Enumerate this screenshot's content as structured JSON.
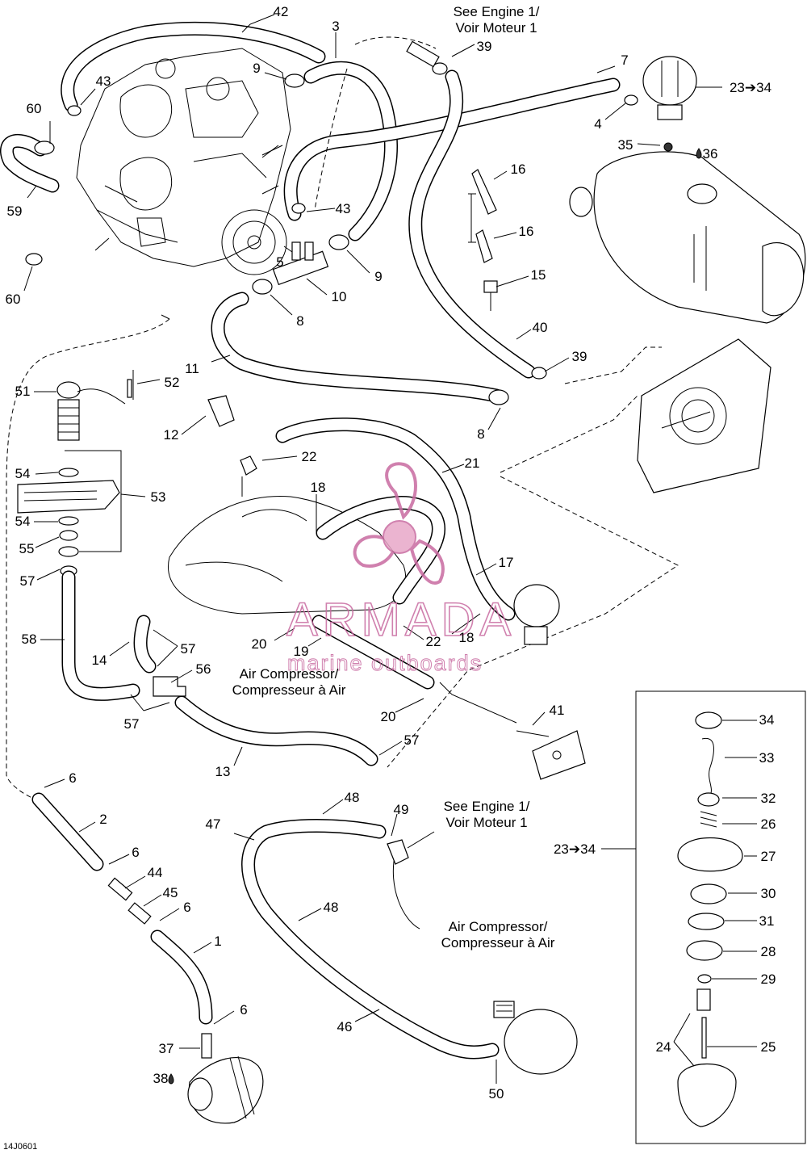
{
  "diagram_code": "14J0601",
  "notes": {
    "see_engine_top": [
      "See Engine 1/",
      "Voir Moteur 1"
    ],
    "see_engine_bottom": [
      "See Engine 1/",
      "Voir Moteur 1"
    ],
    "air_compressor_mid": [
      "Air Compressor/",
      "Compresseur à Air"
    ],
    "air_compressor_bottom": [
      "Air Compressor/",
      "Compresseur à Air"
    ]
  },
  "callouts": {
    "c42": "42",
    "c3": "3",
    "c39a": "39",
    "c7": "7",
    "c43a": "43",
    "c9a": "9",
    "c23a": "23➔34",
    "c60a": "60",
    "c4": "4",
    "c35": "35",
    "c36": "36",
    "c16a": "16",
    "c59": "59",
    "c43b": "43",
    "c16b": "16",
    "c5": "5",
    "c9b": "9",
    "c15": "15",
    "c60b": "60",
    "c10": "10",
    "c8a": "8",
    "c40": "40",
    "c11": "11",
    "c39b": "39",
    "c51": "51",
    "c52": "52",
    "c8b": "8",
    "c12": "12",
    "c22a": "22",
    "c21": "21",
    "c54a": "54",
    "c53": "53",
    "c18a": "18",
    "c54b": "54",
    "c55": "55",
    "c17": "17",
    "c57a": "57",
    "c58": "58",
    "c57b": "57",
    "c20a": "20",
    "c19": "19",
    "c22b": "22",
    "c18b": "18",
    "c14": "14",
    "c56": "56",
    "c57c": "57",
    "c20b": "20",
    "c41": "41",
    "c13": "13",
    "c57d": "57",
    "c6a": "6",
    "c34": "34",
    "c33": "33",
    "c2": "2",
    "c48a": "48",
    "c49": "49",
    "c32": "32",
    "c47": "47",
    "c26": "26",
    "c6b": "6",
    "c23b": "23➔34",
    "c27": "27",
    "c44": "44",
    "c45": "45",
    "c6c": "6",
    "c30": "30",
    "c48b": "48",
    "c31": "31",
    "c1": "1",
    "c28": "28",
    "c29": "29",
    "c6d": "6",
    "c46": "46",
    "c24": "24",
    "c25": "25",
    "c37": "37",
    "c38": "38",
    "c50": "50"
  },
  "watermark": {
    "title": "ARMADA",
    "subtitle": "marine outboards",
    "color": "#c86aa0"
  }
}
